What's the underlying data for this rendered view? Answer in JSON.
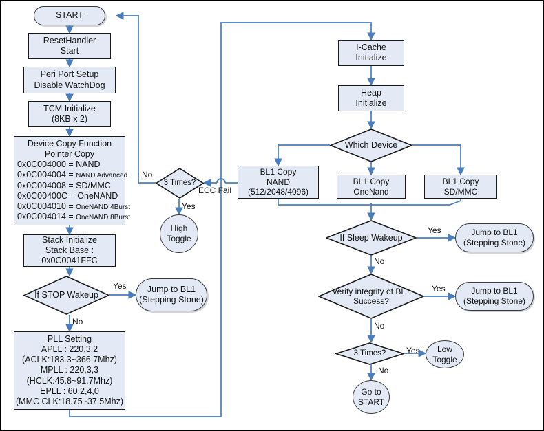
{
  "diagram": {
    "title": "BL0 boot sequence flowchart",
    "accent": "#4a7ebb",
    "node_fill": "#e3eaf6",
    "node_border": "#1a1a1a"
  },
  "nodes": {
    "start": "START",
    "reset_handler": "ResetHandler\nStart",
    "peri_port": "Peri Port Setup\nDisable WatchDog",
    "tcm_init": "TCM Initialize\n(8KB x 2)",
    "device_copy": {
      "header": "Device Copy Function\nPointer Copy",
      "rows": [
        {
          "addr": "0x0C004000 = ",
          "value": "NAND",
          "small": false
        },
        {
          "addr": "0x0C004004 = ",
          "value": "NAND Advanced",
          "small": true
        },
        {
          "addr": "0x0C004008 = ",
          "value": "SD/MMC",
          "small": false
        },
        {
          "addr": "0x0C00400C = ",
          "value": "OneNAND",
          "small": false
        },
        {
          "addr": "0x0C004010 = ",
          "value": "OneNAND 4Burst",
          "small": true
        },
        {
          "addr": "0x0C004014 = ",
          "value": "OneNAND 8Burst",
          "small": true
        }
      ]
    },
    "stack_init": "Stack Initialize\nStack Base :\n0x0C0041FFC",
    "if_stop_wakeup": "If STOP Wakeup",
    "jump_bl1_stop": "Jump to BL1\n(Stepping Stone)",
    "pll_setting": "PLL Setting\nAPLL : 220,3,2\n(ACLK:183.3~366.7Mhz)\nMPLL : 220,3,3\n(HCLK:45.8~91.7Mhz)\nEPLL : 60,2,4,0\n(MMC CLK:18.75~37.5Mhz)",
    "three_times_left": "3 Times?",
    "high_toggle": "High\nToggle",
    "icache_init": "I-Cache\nInitialize",
    "heap_init": "Heap\nInitialize",
    "which_device": "Which Device",
    "bl1_copy_nand": "BL1 Copy\nNAND\n(512/2048/4096)",
    "bl1_copy_onenand": "BL1 Copy\nOneNand",
    "bl1_copy_sdmmc": "BL1 Copy\nSD/MMC",
    "if_sleep_wakeup": "If Sleep Wakeup",
    "jump_bl1_sleep": "Jump to BL1\n(Stepping Stone)",
    "verify_integrity": "Verify integrity of BL1\nSuccess?",
    "jump_bl1_verify": "Jump to BL1\n(Stepping Stone)",
    "three_times_right": "3 Times?",
    "low_toggle": "Low\nToggle",
    "go_to_start": "Go to\nSTART"
  },
  "edge_labels": {
    "stop_yes": "Yes",
    "stop_no": "No",
    "left3_no": "No",
    "left3_yes": "Yes",
    "ecc_fail": "ECC Fail",
    "sleep_yes": "Yes",
    "sleep_no": "No",
    "verify_yes": "Yes",
    "verify_no": "No",
    "right3_yes": "Yes",
    "right3_no": "No"
  }
}
